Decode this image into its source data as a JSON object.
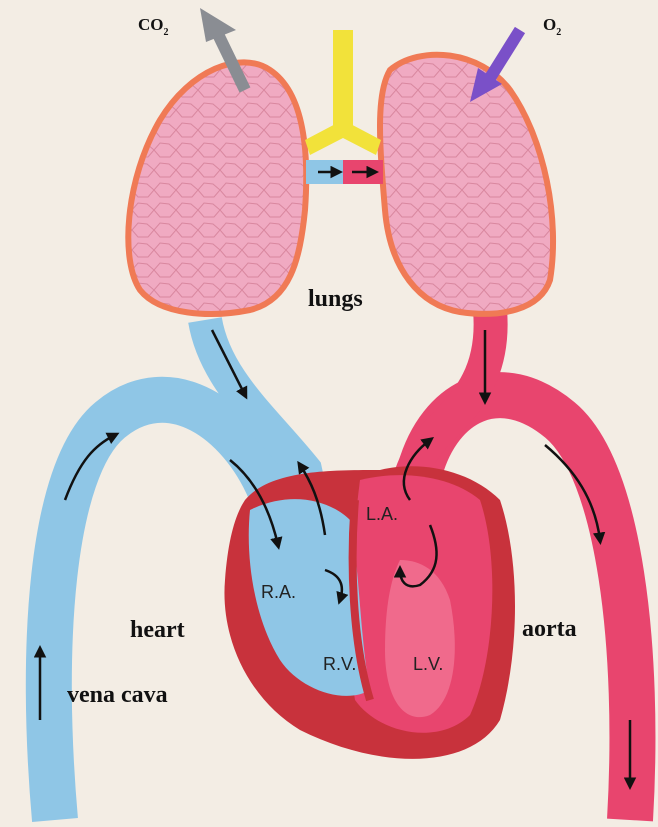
{
  "labels": {
    "co2_main": "CO",
    "co2_sub": "2",
    "o2_main": "O",
    "o2_sub": "2",
    "lungs": "lungs",
    "heart": "heart",
    "vena_cava": "vena cava",
    "aorta": "aorta",
    "ra": "R.A.",
    "rv": "R.V.",
    "la": "L.A.",
    "lv": "L.V."
  },
  "colors": {
    "background": "#f4efe6",
    "deoxygenated": "#8fc6e6",
    "oxygenated": "#e8456e",
    "lung": "#f0a9c0",
    "lung_edge": "#f07a55",
    "trachea": "#f2e23a",
    "heart_wall": "#c8323c",
    "co2_arrow": "#8a8d93",
    "o2_arrow": "#7a50c8"
  }
}
